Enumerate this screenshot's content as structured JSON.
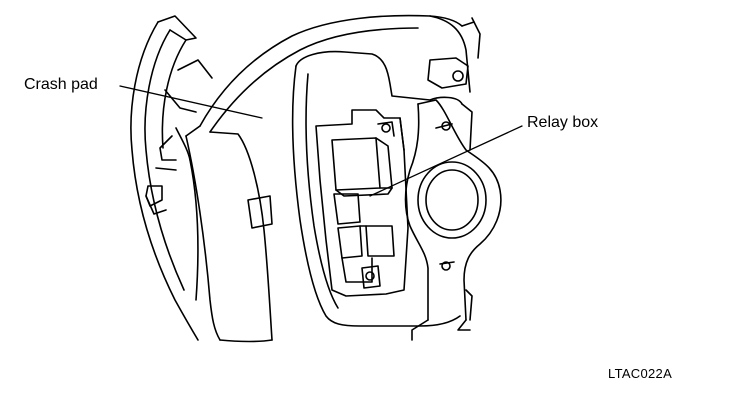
{
  "labels": {
    "crash_pad": "Crash pad",
    "relay_box": "Relay box"
  },
  "figure_code": "LTAC022A",
  "colors": {
    "line": "#000000",
    "background": "#ffffff"
  }
}
